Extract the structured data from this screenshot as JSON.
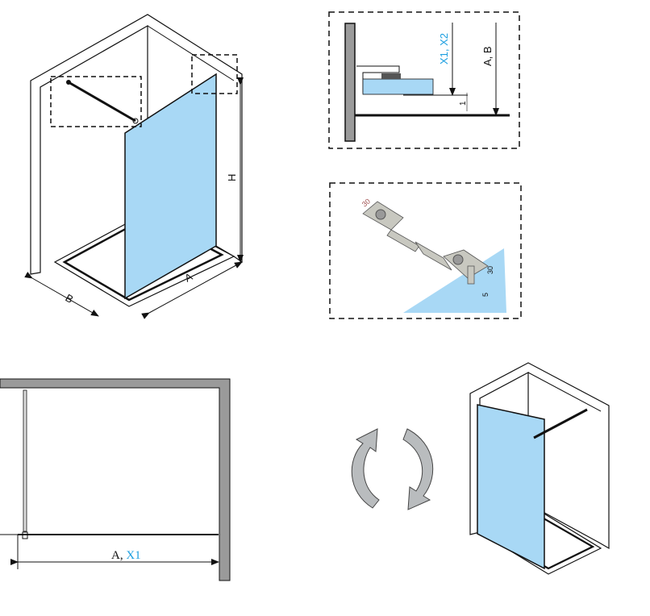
{
  "colors": {
    "glass": "#a8d8f5",
    "wall": "#9a9a9a",
    "accent": "#1a9ee0",
    "line": "#111111",
    "arrow": "#b9bcbe"
  },
  "main_view": {
    "height_label": "H",
    "width_label": "A",
    "depth_label": "B"
  },
  "detail_profile": {
    "x_label": "X1, X2",
    "ab_label": "A, B",
    "gap_label": "1"
  },
  "detail_bracket": {
    "width_label": "30",
    "height_label": "30",
    "offset_label": "5"
  },
  "plan_view": {
    "dim_label_a": "A,",
    "dim_label_x": "X1"
  },
  "mirror_view": {
    "icon": "rotate-arrows-icon"
  }
}
